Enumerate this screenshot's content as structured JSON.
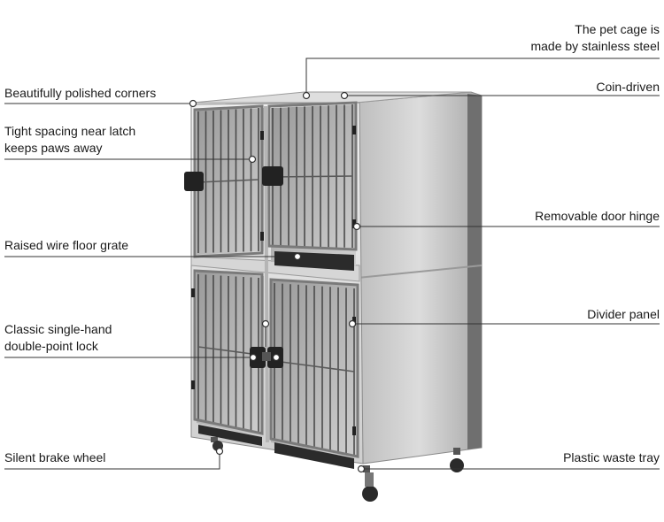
{
  "annotations": {
    "material": [
      "The pet cage is",
      "made by stainless steel"
    ],
    "coin": [
      "Coin-driven"
    ],
    "corners": [
      "Beautifully polished corners"
    ],
    "spacing": [
      "Tight spacing near latch",
      "keeps paws away"
    ],
    "hinge": [
      "Removable door hinge"
    ],
    "grate": [
      "Raised wire floor grate"
    ],
    "divider": [
      "Divider panel"
    ],
    "lock": [
      "Classic single-hand",
      "double-point lock"
    ],
    "wheel": [
      "Silent brake wheel"
    ],
    "tray": [
      "Plastic waste tray"
    ]
  },
  "colors": {
    "steel_light": "#e8e8e8",
    "steel_mid": "#c9c9c9",
    "steel_dark": "#8f8f8f",
    "bars": "#4a4a4a",
    "latch": "#222222"
  }
}
